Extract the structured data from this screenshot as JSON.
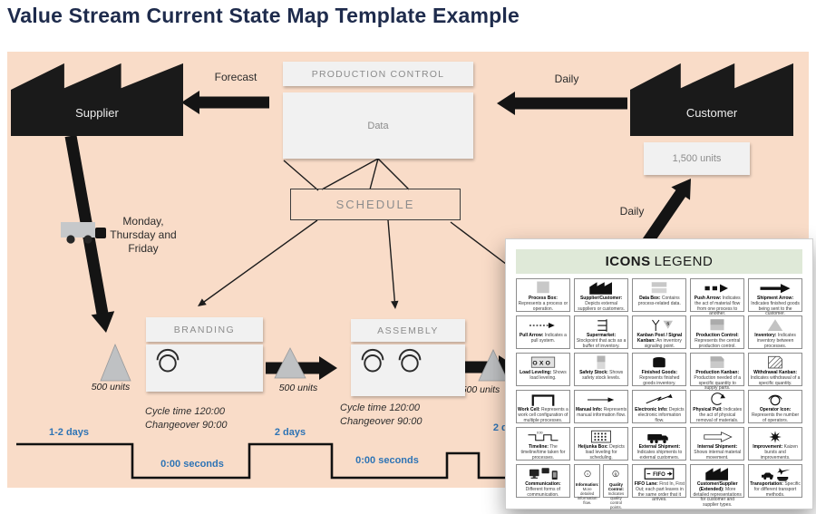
{
  "title": "Value Stream Current State Map Template Example",
  "map": {
    "supplier": "Supplier",
    "customer": "Customer",
    "forecast": "Forecast",
    "daily_top": "Daily",
    "daily_right": "Daily",
    "production_control": "PRODUCTION CONTROL",
    "data_box": "Data",
    "schedule": "SCHEDULE",
    "customer_demand": "1,500 units",
    "delivery_schedule": "Monday,\nThursday and\nFriday",
    "inventory_labels": [
      "500 units",
      "500 units",
      "500 units"
    ],
    "processes": [
      {
        "name": "BRANDING",
        "cycle": "Cycle time 120:00",
        "changeover": "Changeover 90:00",
        "operators": 1
      },
      {
        "name": "ASSEMBLY",
        "cycle": "Cycle time 120:00",
        "changeover": "Changeover 90:00",
        "operators": 2
      }
    ],
    "timeline_labels": [
      "1-2 days",
      "0:00 seconds",
      "2 days",
      "0:00 seconds",
      "2 days"
    ]
  },
  "legend": {
    "title_bold": "ICONS",
    "title_regular": "LEGEND",
    "rows": [
      [
        {
          "term": "Process Box",
          "desc": "Represents a process or operation.",
          "icon": "process-box"
        },
        {
          "term": "Supplier/Customer",
          "desc": "Depicts external suppliers or customers.",
          "icon": "factory"
        },
        {
          "term": "Data Box",
          "desc": "Contains process-related data.",
          "icon": "data-box"
        },
        {
          "term": "Push Arrow",
          "desc": "Indicates the act of material flow from one process to another.",
          "icon": "push-arrow"
        },
        {
          "term": "Shipment Arrow",
          "desc": "Indicates finished goods being sent to the customer.",
          "icon": "shipment-arrow"
        }
      ],
      [
        {
          "term": "Pull Arrow",
          "desc": "Indicates a pull system.",
          "icon": "pull-arrow"
        },
        {
          "term": "Supermarket",
          "desc": "Stockpoint that acts as a buffer of inventory.",
          "icon": "supermarket"
        },
        {
          "term": "Kanban Post / Signal Kanban",
          "desc": "An inventory signaling point.",
          "icon": "kanban-post"
        },
        {
          "term": "Production Control",
          "desc": "Represents the central production control.",
          "icon": "production-control"
        },
        {
          "term": "Inventory",
          "desc": "Indicates inventory between processes.",
          "icon": "inventory-triangle"
        }
      ],
      [
        {
          "term": "Load Leveling",
          "desc": "Shows load leveling.",
          "icon": "load-leveling"
        },
        {
          "term": "Safety Stock",
          "desc": "Shows safety stock levels.",
          "icon": "safety-stock"
        },
        {
          "term": "Finished Goods",
          "desc": "Represents finished goods inventory.",
          "icon": "finished-goods"
        },
        {
          "term": "Production Kanban",
          "desc": "Production needed of a specific quantity to supply parts.",
          "icon": "production-kanban"
        },
        {
          "term": "Withdrawal Kanban",
          "desc": "Indicates withdrawal of a specific quantity.",
          "icon": "withdrawal-kanban"
        }
      ],
      [
        {
          "term": "Work Cell",
          "desc": "Represents a work cell configuration of multiple processes.",
          "icon": "work-cell"
        },
        {
          "term": "Manual Info",
          "desc": "Represents manual information flow.",
          "icon": "manual-info"
        },
        {
          "term": "Electronic Info",
          "desc": "Depicts electronic information flow.",
          "icon": "electronic-info"
        },
        {
          "term": "Physical Pull",
          "desc": "Indicates the act of physical removal of materials.",
          "icon": "physical-pull"
        },
        {
          "term": "Operator Icon",
          "desc": "Represents the number of operators.",
          "icon": "operator"
        }
      ],
      [
        {
          "term": "Timeline",
          "desc": "The timeline/time taken for processes.",
          "icon": "timeline-step"
        },
        {
          "term": "Heijunka Box",
          "desc": "Depicts load leveling for scheduling.",
          "icon": "heijunka-box"
        },
        {
          "term": "External Shipment",
          "desc": "Indicates shipments to external customers.",
          "icon": "truck"
        },
        {
          "term": "Internal Shipment",
          "desc": "Shows internal material movement.",
          "icon": "internal-shipment"
        },
        {
          "term": "Improvement",
          "desc": "Kaizen bursts and improvements.",
          "icon": "kaizen-burst"
        }
      ],
      [
        {
          "term": "Communication",
          "desc": "Different forms of communication.",
          "icon": "communication"
        },
        {
          "split": [
            {
              "term": "Information",
              "desc": "More detailed information flow.",
              "icon": "information"
            },
            {
              "term": "Quality Control",
              "desc": "Indicates quality control points.",
              "icon": "quality-control"
            }
          ]
        },
        {
          "term": "FIFO Lane",
          "desc": "First In, First Out; each part leaves in the same order that it arrives.",
          "icon": "fifo-lane"
        },
        {
          "term": "Customer/Supplier (Extended)",
          "desc": "More detailed representations for customer and supplier types.",
          "icon": "factory"
        },
        {
          "term": "Transportation",
          "desc": "Specific for different transport methods.",
          "icon": "transportation"
        }
      ]
    ]
  },
  "colors": {
    "background_peach": "#f9dcc8",
    "title_navy": "#1e2b4c",
    "timeline_blue": "#2e74b5",
    "legend_header_green": "#dfe9d8",
    "factory_black": "#1a1a1a",
    "box_gray": "#f1f1f1"
  }
}
